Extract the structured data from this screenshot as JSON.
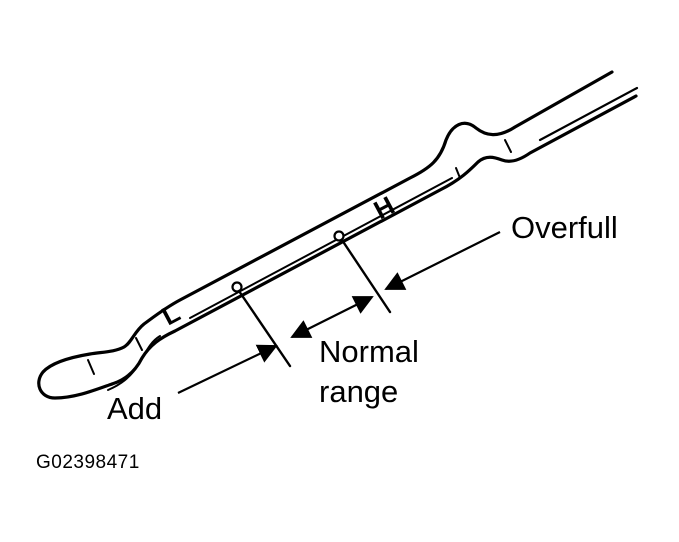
{
  "labels": {
    "overfull": "Overfull",
    "normal_line1": "Normal",
    "normal_line2": "range",
    "add": "Add",
    "figure_code": "G02398471"
  },
  "dipstick_marks": {
    "low": "L",
    "high": "H"
  },
  "colors": {
    "ink": "#000000",
    "background": "#ffffff"
  }
}
